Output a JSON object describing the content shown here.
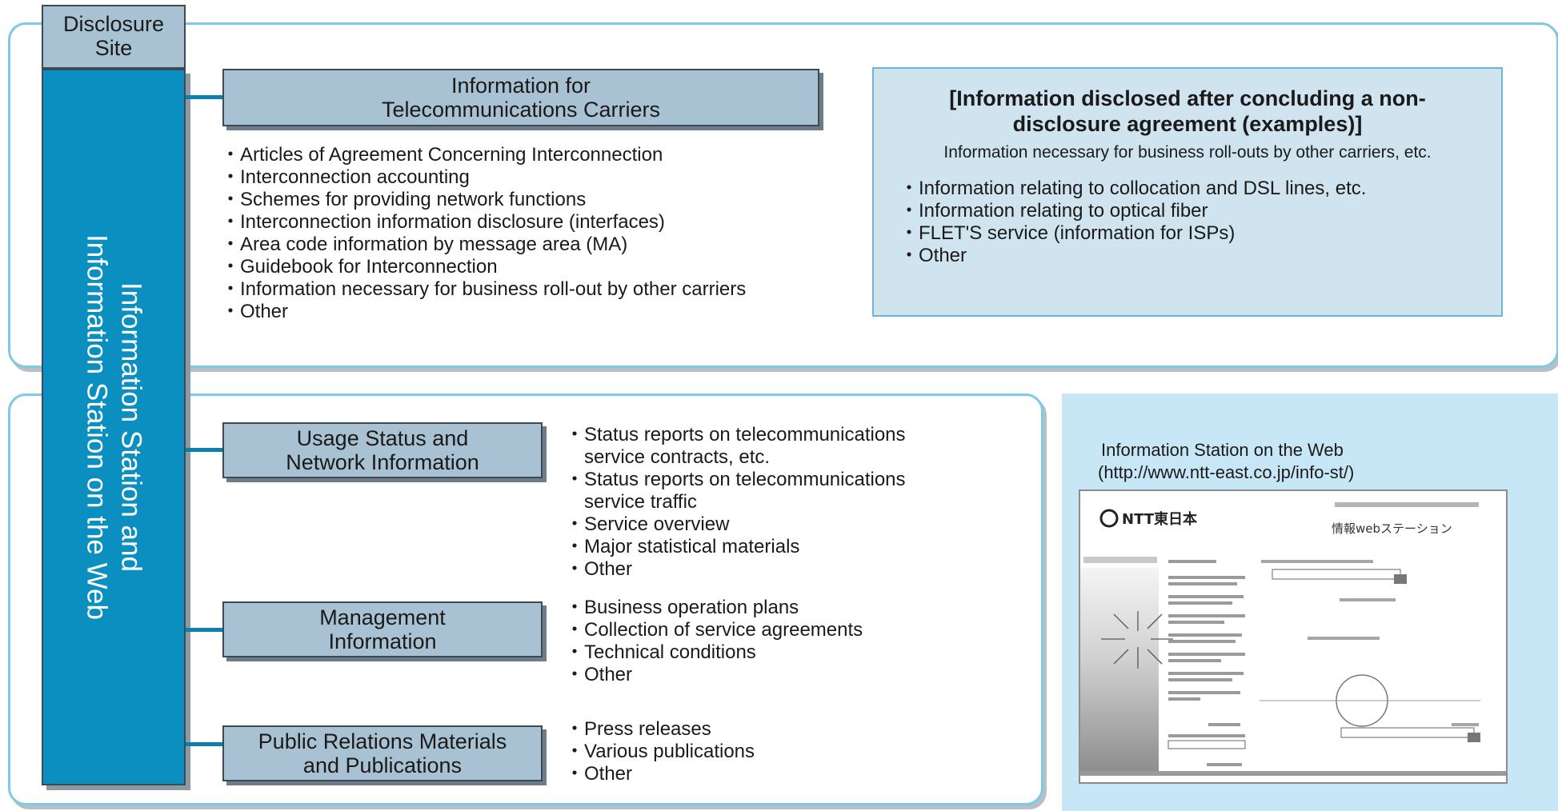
{
  "disclosure_site": "Disclosure\nSite",
  "vertical_title": "Information Station and\nInformation Station on the Web",
  "carriers": {
    "title": "Information for\nTelecommunications Carriers",
    "items": [
      "Articles of Agreement Concerning Interconnection",
      "Interconnection accounting",
      "Schemes for providing network functions",
      "Interconnection information disclosure (interfaces)",
      "Area code information by message area (MA)",
      "Guidebook for Interconnection",
      "Information necessary for business roll-out by other carriers",
      "Other"
    ]
  },
  "nda": {
    "title": "[Information disclosed after concluding a non-\ndisclosure agreement (examples)]",
    "subtitle": "Information necessary for business roll-outs by other carriers, etc.",
    "items": [
      "Information relating to collocation and DSL lines, etc.",
      "Information relating to optical fiber",
      "FLET'S service (information for ISPs)",
      "Other"
    ]
  },
  "usage": {
    "title": "Usage Status and\nNetwork Information",
    "items": [
      "Status reports on telecommunications\nservice contracts, etc.",
      "Status reports on telecommunications\nservice traffic",
      "Service overview",
      "Major statistical materials",
      "Other"
    ]
  },
  "management": {
    "title": "Management\nInformation",
    "items": [
      "Business operation plans",
      "Collection of service agreements",
      "Technical conditions",
      "Other"
    ]
  },
  "pr": {
    "title": "Public Relations Materials\nand Publications",
    "items": [
      "Press releases",
      "Various publications",
      "Other"
    ]
  },
  "web": {
    "title": "Information Station on the Web",
    "url": "(http://www.ntt-east.co.jp/info-st/)",
    "logo_text": "NTT東日本",
    "page_heading": "情報webステーション",
    "accent_color": "#0a8fc0",
    "panel_color": "#c7e7f6"
  }
}
